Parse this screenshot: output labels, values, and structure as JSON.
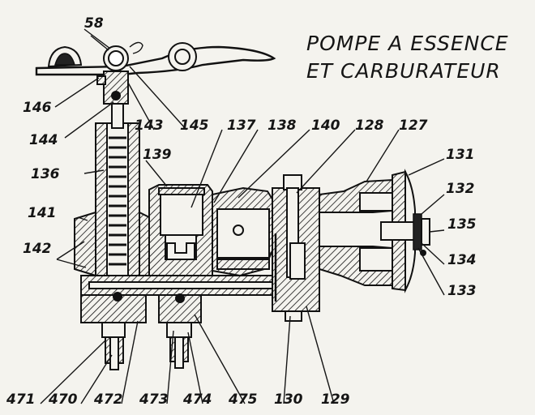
{
  "title": {
    "line1": "POMPE A ESSENCE",
    "line2": "ET CARBURATEUR"
  },
  "callouts": {
    "c58": "58",
    "c146": "146",
    "c144": "144",
    "c143": "143",
    "c145": "145",
    "c137": "137",
    "c138": "138",
    "c140": "140",
    "c128": "128",
    "c127": "127",
    "c136": "136",
    "c139": "139",
    "c131": "131",
    "c132": "132",
    "c141": "141",
    "c135": "135",
    "c142": "142",
    "c134": "134",
    "c133": "133",
    "c471": "471",
    "c470": "470",
    "c472": "472",
    "c473": "473",
    "c474": "474",
    "c475": "475",
    "c130": "130",
    "c129": "129"
  },
  "colors": {
    "ink": "#151515",
    "paper": "#f4f3ee"
  }
}
